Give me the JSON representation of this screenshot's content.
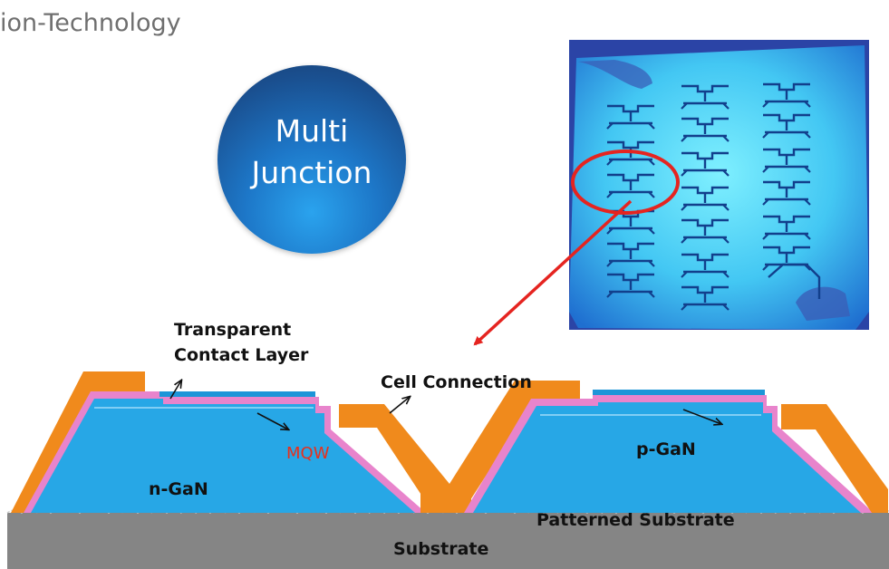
{
  "header": {
    "text": "ion-Technology"
  },
  "circle": {
    "line1": "Multi",
    "line2": "Junction"
  },
  "labels": {
    "transparent_line1": "Transparent",
    "transparent_line2": "Contact Layer",
    "cell_connection": "Cell Connection",
    "mqw": "MQW",
    "n_gan": "n-GaN",
    "p_gan": "p-GaN",
    "patterned_substrate": "Patterned Substrate",
    "substrate": "Substrate"
  },
  "colors": {
    "gan_blue": "#27a7e6",
    "metal_orange": "#f08a1c",
    "mqw_pink": "#e884cc",
    "substrate_gray": "#808080",
    "mqw_text": "#e8301c",
    "pointer_red": "#e52420"
  }
}
